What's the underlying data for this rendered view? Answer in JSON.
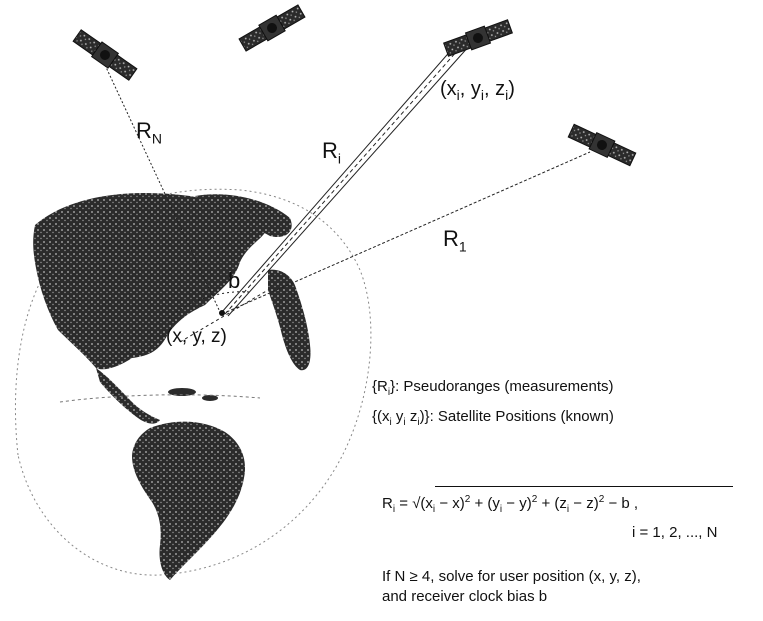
{
  "labels": {
    "rn": {
      "main": "R",
      "sub": "N"
    },
    "ri": {
      "main": "R",
      "sub": "i"
    },
    "r1": {
      "main": "R",
      "sub": "1"
    },
    "b": "b",
    "user": "(x, y, z)",
    "sat": {
      "open": "(x",
      "s1": "i",
      "c1": ", y",
      "s2": "i",
      "c2": ", z",
      "s3": "i",
      "close": ")"
    }
  },
  "legend": {
    "line1_pre": "{R",
    "line1_sub": "i",
    "line1_post": "}: Pseudoranges (measurements)",
    "line2_pre": "{(x",
    "line2_s1": "i",
    "line2_c1": " y",
    "line2_s2": "i",
    "line2_c2": " z",
    "line2_s3": "i",
    "line2_post": ")}: Satellite Positions (known)"
  },
  "formula": {
    "lhs": "R",
    "lhs_sub": "i",
    "eq": " = ",
    "t1": "(x",
    "t1_sub": "i",
    "t1_rest": " − x)",
    "p1": "2",
    "plus1": " + (y",
    "t2_sub": "i",
    "t2_rest": " − y)",
    "p2": "2",
    "plus2": " + (z",
    "t3_sub": "i",
    "t3_rest": " − z)",
    "p3": "2",
    "tail": " − b ,",
    "range": "i = 1, 2, ..., N"
  },
  "note": {
    "line1": "If N ≥ 4, solve for user position (x, y, z),",
    "line2": "and receiver clock bias b"
  },
  "colors": {
    "ink": "#111111",
    "land": "#2b2b2b",
    "ocean": "#ffffff"
  },
  "icons": [
    "satellite-icon",
    "globe-icon"
  ]
}
